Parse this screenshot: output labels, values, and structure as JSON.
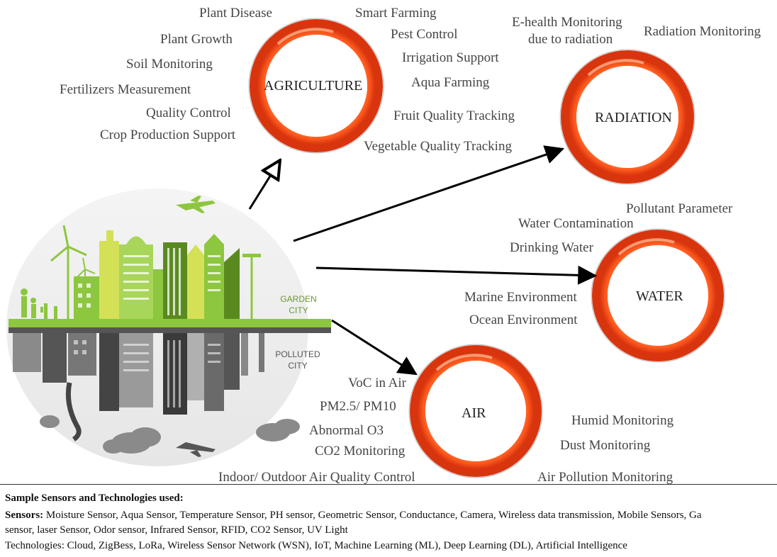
{
  "rings": {
    "agriculture": "AGRICULTURE",
    "radiation": "RADIATION",
    "water": "WATER",
    "air": "AIR"
  },
  "agriculture_left": [
    "Plant Disease",
    "Plant Growth",
    "Soil Monitoring",
    "Fertilizers Measurement",
    "Quality Control",
    "Crop Production Support"
  ],
  "agriculture_right": [
    "Smart Farming",
    "Pest Control",
    "Irrigation Support",
    "Aqua Farming",
    "Fruit Quality Tracking",
    "Vegetable Quality Tracking"
  ],
  "radiation_items": [
    "E-health Monitoring",
    "due to radiation",
    "Radiation Monitoring"
  ],
  "water_items": [
    "Pollutant Parameter",
    "Water Contamination",
    "Drinking Water",
    "Marine Environment",
    "Ocean Environment"
  ],
  "air_left": [
    "VoC in Air",
    "PM2.5/ PM10",
    "Abnormal O3",
    "CO2 Monitoring",
    "Indoor/ Outdoor Air Quality Control"
  ],
  "air_right": [
    "Humid Monitoring",
    "Dust Monitoring",
    "Air Pollution Monitoring"
  ],
  "city": {
    "garden_1": "GARDEN",
    "garden_2": "CITY",
    "polluted_1": "POLLUTED",
    "polluted_2": "CITY"
  },
  "footer": {
    "heading": "Sample Sensors and Technologies used:",
    "sensors_label": "Sensors:",
    "sensors_line1": " Moisture Sensor, Aqua Sensor, Temperature Sensor, PH sensor, Geometric Sensor, Conductance, Camera, Wireless data transmission, Mobile Sensors, Ga",
    "sensors_line2": "sensor, laser Sensor, Odor sensor, Infrared Sensor, RFID, CO2 Sensor, UV Light",
    "technologies": "Technologies: Cloud, ZigBess, LoRa, Wireless Sensor Network (WSN), IoT, Machine Learning (ML), Deep Learning (DL),  Artificial Intelligence"
  },
  "colors": {
    "ring_outer": "#e8401a",
    "ring_inner": "#ff6a2b",
    "garden_green": "#8dc63f",
    "dark_green": "#5a8a1f",
    "polluted_gray": "#7a7a7a",
    "arrow": "#000000"
  }
}
